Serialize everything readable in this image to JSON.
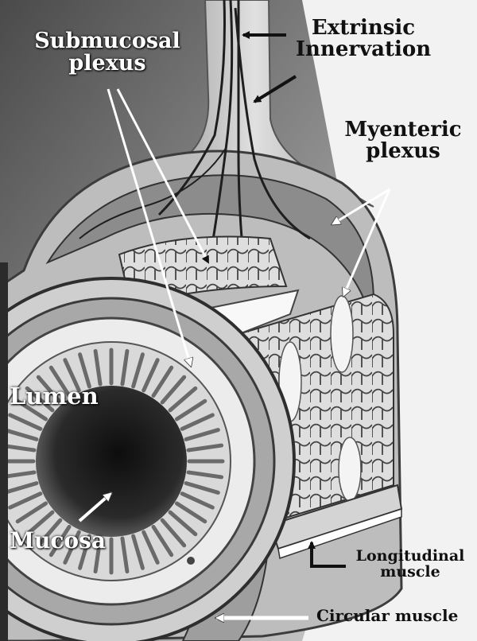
{
  "labels": {
    "submucosal_plexus": "Submucosal\nplexus",
    "extrinsic_innervation": "Extrinsic\nInnervation",
    "myenteric_plexus": "Myenteric\nplexus",
    "lumen": "Lumen",
    "mucosa": "Mucosa",
    "longitudinal_muscle": "Longitudinal\nmuscle",
    "circular_muscle": "Circular muscle"
  },
  "colors": {
    "background": "#ffffff",
    "tissue_light": "#e4e4e4",
    "tissue_mid": "#a9a9a9",
    "tissue_dark": "#5a5a5a",
    "lumen": "#1a1a1a",
    "label_white": "#ffffff",
    "label_black": "#111111"
  }
}
